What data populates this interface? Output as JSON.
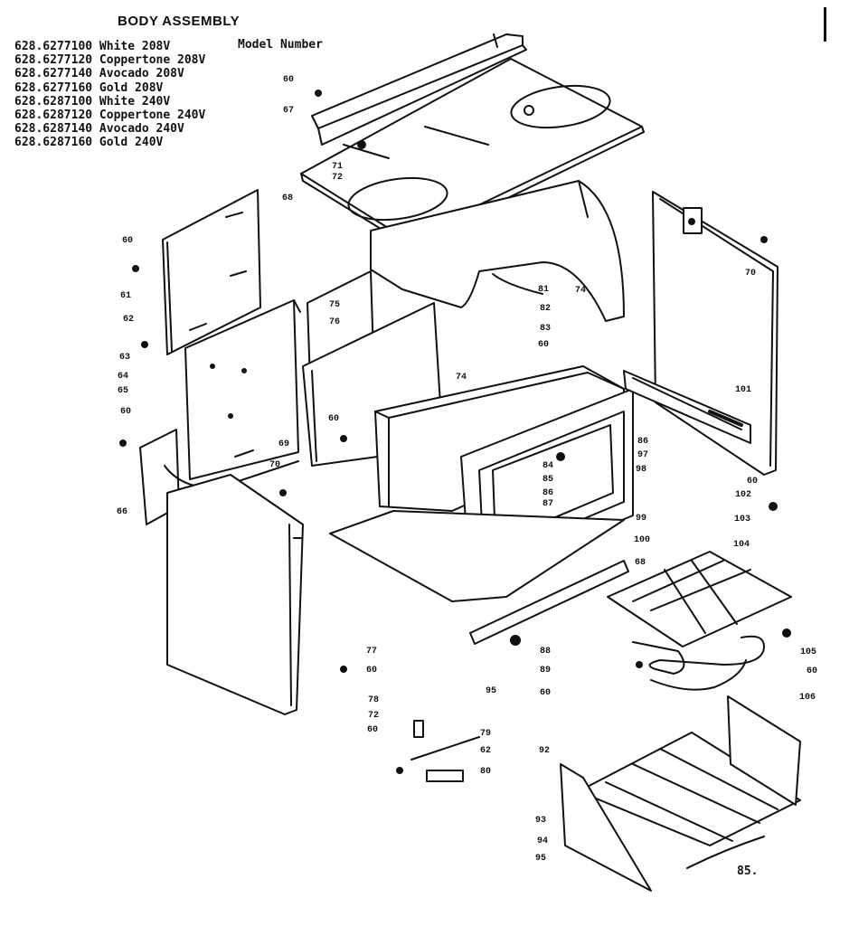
{
  "title": "BODY ASSEMBLY",
  "model_number_heading": "Model Number",
  "models": [
    "628.6277100 White 208V",
    "628.6277120 Coppertone 208V",
    "628.6277140 Avocado 208V",
    "628.6277160 Gold 208V",
    "628.6287100 White 240V",
    "628.6287120 Coppertone 240V",
    "628.6287140 Avocado 240V",
    "628.6287160 Gold 240V"
  ],
  "part_labels": [
    "60",
    "67",
    "71",
    "72",
    "68",
    "60",
    "61",
    "62",
    "63",
    "64",
    "65",
    "60",
    "66",
    "75",
    "76",
    "69",
    "60",
    "70",
    "77",
    "60",
    "78",
    "72",
    "60",
    "79",
    "62",
    "80",
    "81",
    "82",
    "74",
    "83",
    "60",
    "74",
    "84",
    "85",
    "86",
    "87",
    "86",
    "97",
    "98",
    "99",
    "100",
    "70",
    "101",
    "102",
    "60",
    "103",
    "104",
    "68",
    "95",
    "88",
    "89",
    "60",
    "105",
    "60",
    "106",
    "92",
    "93",
    "94",
    "95"
  ],
  "footer_note": "85."
}
